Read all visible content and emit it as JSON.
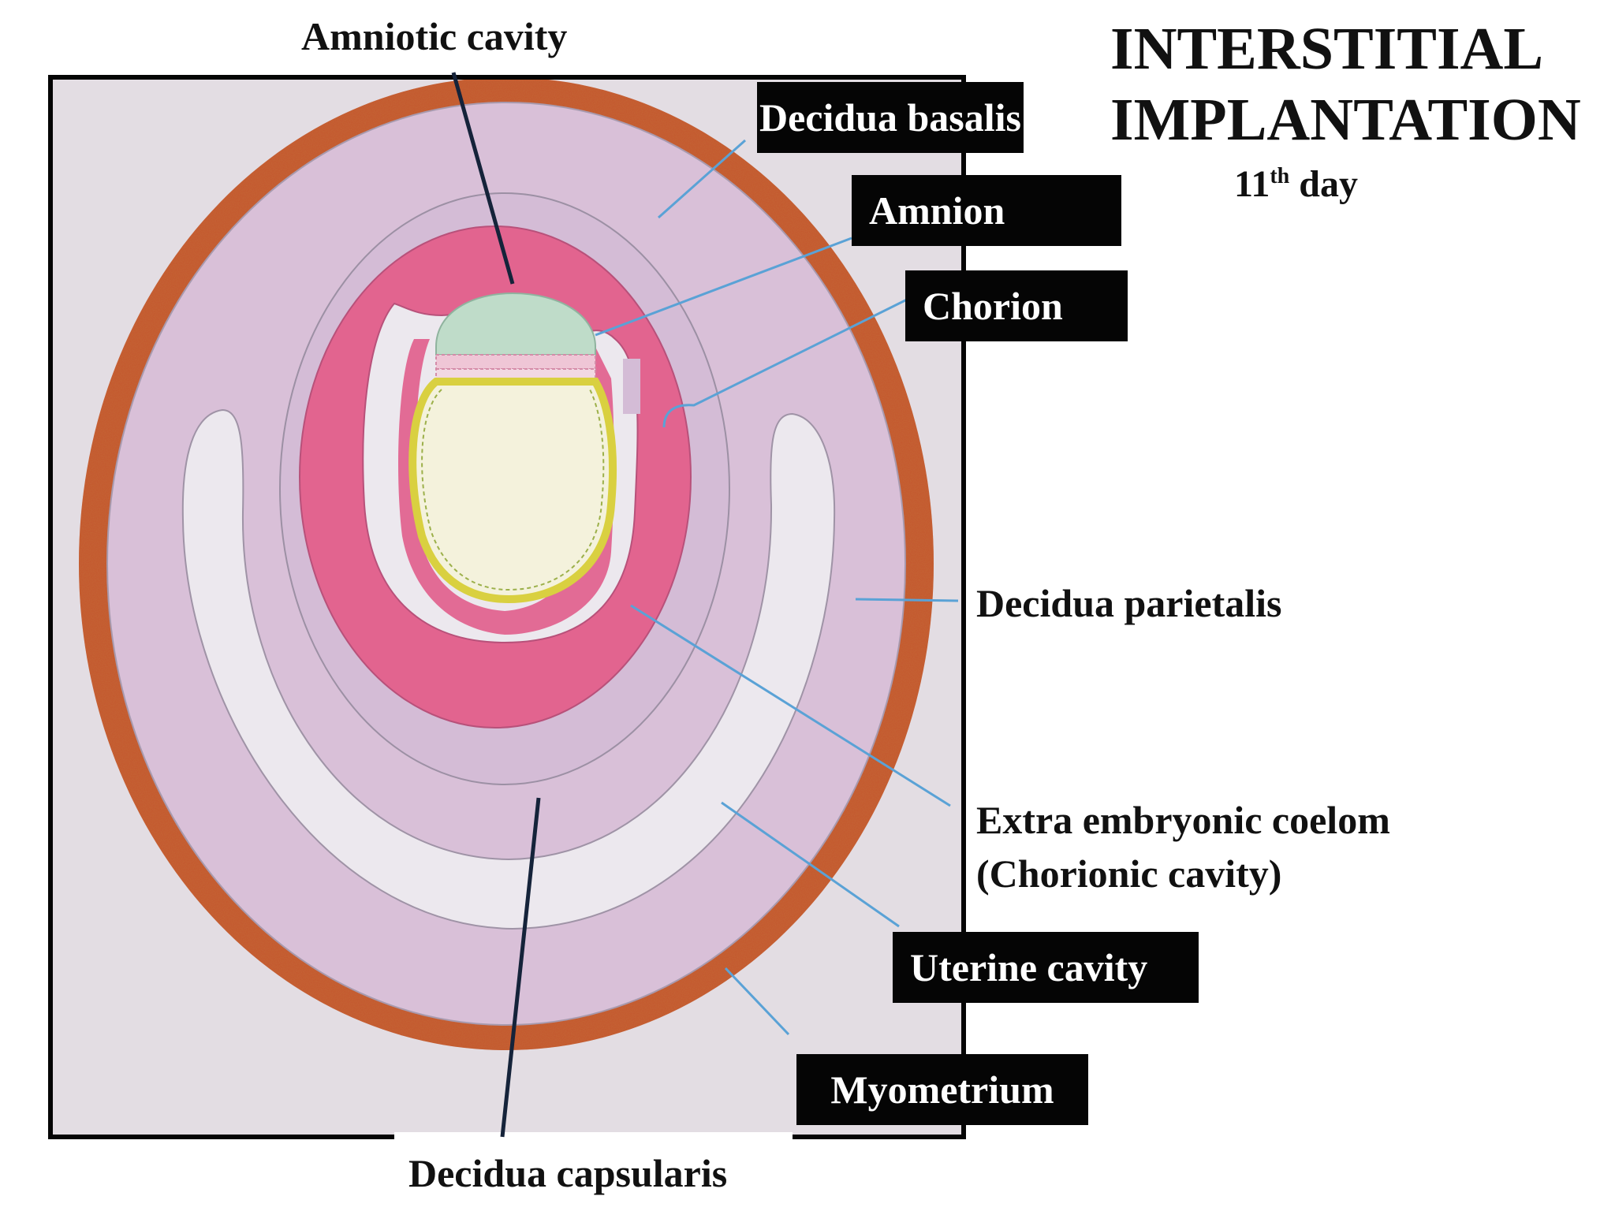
{
  "title": {
    "line1": "INTERSTITIAL",
    "line2": "IMPLANTATION",
    "day_number": "11",
    "day_suffix": "th",
    "day_word": "day"
  },
  "labels": {
    "amniotic_cavity": "Amniotic cavity",
    "decidua_basalis": "Decidua basalis",
    "amnion": "Amnion",
    "chorion": "Chorion",
    "decidua_parietalis": "Decidua parietalis",
    "extra_embryonic_coelom": "Extra embryonic coelom",
    "chorionic_cavity": "(Chorionic cavity)",
    "uterine_cavity": "Uterine cavity",
    "myometrium": "Myometrium",
    "decidua_capsularis": "Decidua capsularis"
  },
  "colors": {
    "myometrium": "#c4542c",
    "decidua": "#d9c0d8",
    "uterine_cavity": "#ece8ee",
    "chorion": "#e2648f",
    "amniotic_cavity": "#bfdcc9",
    "yolk_sac_rim": "#d9d040",
    "yolk_sac_fill": "#f4f2dc",
    "leader_blue": "#5aa2d6",
    "leader_dark": "#15233a"
  }
}
